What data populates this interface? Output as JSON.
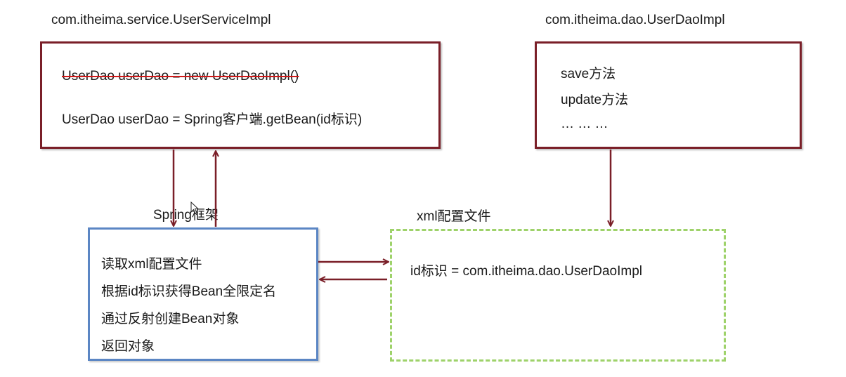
{
  "service": {
    "title": "com.itheima.service.UserServiceImpl",
    "old_line": "UserDao userDao = new UserDaoImpl()",
    "new_line": "UserDao userDao = Spring客户端.getBean(id标识)"
  },
  "dao": {
    "title": "com.itheima.dao.UserDaoImpl",
    "methods": [
      "save方法",
      "update方法",
      "… … …"
    ]
  },
  "spring": {
    "title": "Spring框架",
    "steps": [
      "读取xml配置文件",
      "根据id标识获得Bean全限定名",
      "通过反射创建Bean对象",
      "返回对象"
    ]
  },
  "xml": {
    "title": "xml配置文件",
    "content": "id标识 = com.itheima.dao.UserDaoImpl"
  },
  "colors": {
    "dark_red": "#7a1f28",
    "blue": "#5b86c4",
    "green": "#9ed26a",
    "strike": "#d01818"
  }
}
